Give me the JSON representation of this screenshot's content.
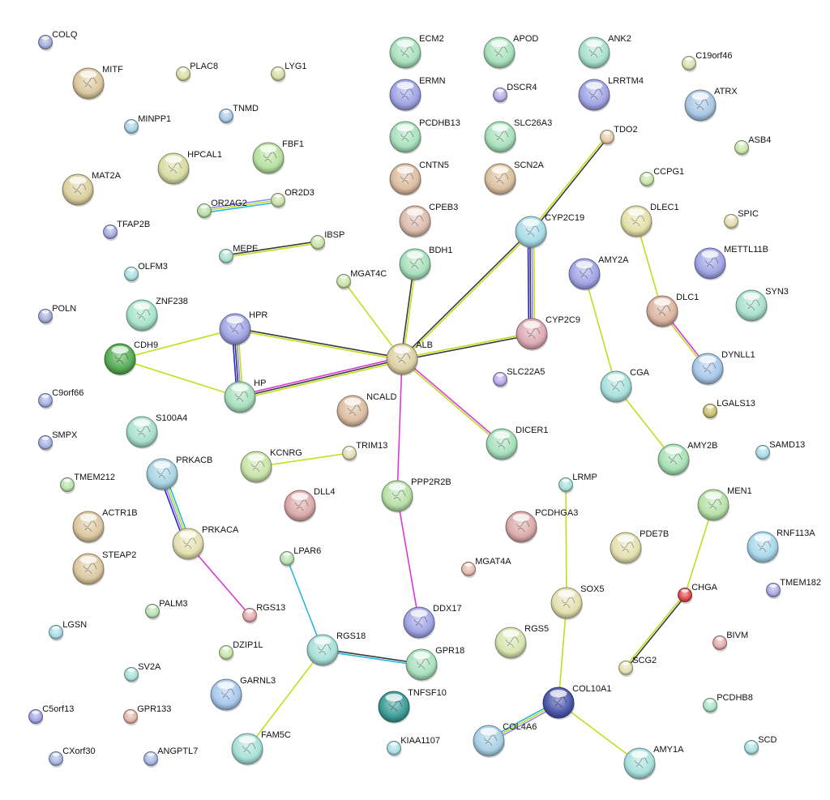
{
  "evidence_colors": {
    "textmining": "#c4dc1e",
    "coexpression": "#3a3a3a",
    "experiments": "#d83ad8",
    "databases": "#2ab4e0",
    "gene_fusion": "#8c8cf4",
    "cooccurrence": "#2222ee"
  },
  "nodes": [
    {
      "name": "COLQ",
      "color": "#a4aedc"
    },
    {
      "name": "MITF",
      "color": "#dcc8a0"
    },
    {
      "name": "PLAC8",
      "color": "#dcdca4"
    },
    {
      "name": "LYG1",
      "color": "#d8dca4"
    },
    {
      "name": "MINPP1",
      "color": "#a8d0e4"
    },
    {
      "name": "TNMD",
      "color": "#a8c8e4"
    },
    {
      "name": "HPCAL1",
      "color": "#d8dca4"
    },
    {
      "name": "FBF1",
      "color": "#b8e0a0"
    },
    {
      "name": "MAT2A",
      "color": "#dcd0a0"
    },
    {
      "name": "OR2AG2",
      "color": "#b8e0a8"
    },
    {
      "name": "OR2D3",
      "color": "#c8e0a8"
    },
    {
      "name": "TFAP2B",
      "color": "#a4aae0"
    },
    {
      "name": "MEPE",
      "color": "#a8e0cc"
    },
    {
      "name": "IBSP",
      "color": "#c8e4a8"
    },
    {
      "name": "OLFM3",
      "color": "#a8e0e0"
    },
    {
      "name": "MGAT4C",
      "color": "#c8e4a8"
    },
    {
      "name": "ZNF238",
      "color": "#a8e4cc"
    },
    {
      "name": "POLN",
      "color": "#a4aedc"
    },
    {
      "name": "HPR",
      "color": "#a0a4e4"
    },
    {
      "name": "CDH9",
      "color": "#54ac54"
    },
    {
      "name": "HP",
      "color": "#a8e0bc"
    },
    {
      "name": "ALB",
      "color": "#dcd0a4"
    },
    {
      "name": "C9orf66",
      "color": "#a4b0e0"
    },
    {
      "name": "ECM2",
      "color": "#a8e0bc"
    },
    {
      "name": "ERMN",
      "color": "#a0a4e4"
    },
    {
      "name": "PCDHB13",
      "color": "#a8e0bc"
    },
    {
      "name": "CNTN5",
      "color": "#dcbca0"
    },
    {
      "name": "CPEB3",
      "color": "#dcbcac"
    },
    {
      "name": "BDH1",
      "color": "#a8e0bc"
    },
    {
      "name": "APOD",
      "color": "#a8e0bc"
    },
    {
      "name": "DSCR4",
      "color": "#b4ace4"
    },
    {
      "name": "SLC26A3",
      "color": "#a8e0bc"
    },
    {
      "name": "SCN2A",
      "color": "#dcc0a0"
    },
    {
      "name": "ANK2",
      "color": "#a8e0cc"
    },
    {
      "name": "LRRTM4",
      "color": "#a0a4e4"
    },
    {
      "name": "TDO2",
      "color": "#e4cca8"
    },
    {
      "name": "C19orf46",
      "color": "#d8e0b0"
    },
    {
      "name": "ATRX",
      "color": "#a8c8e4"
    },
    {
      "name": "ASB4",
      "color": "#c8e4a8"
    },
    {
      "name": "CCPG1",
      "color": "#c8e4a8"
    },
    {
      "name": "DLEC1",
      "color": "#e4e0a8"
    },
    {
      "name": "SPIC",
      "color": "#e4dcb0"
    },
    {
      "name": "CYP2C19",
      "color": "#a8dce8"
    },
    {
      "name": "METTL11B",
      "color": "#a0a4e4"
    },
    {
      "name": "AMY2A",
      "color": "#a0a4e4"
    },
    {
      "name": "DLC1",
      "color": "#dcb4a0"
    },
    {
      "name": "SYN3",
      "color": "#a8e0cc"
    },
    {
      "name": "CYP2C9",
      "color": "#dcaab4"
    },
    {
      "name": "DYNLL1",
      "color": "#a8c8e8"
    },
    {
      "name": "SLC22A5",
      "color": "#b8a8e8"
    },
    {
      "name": "CGA",
      "color": "#a8e0dc"
    },
    {
      "name": "LGALS13",
      "color": "#c8c070"
    },
    {
      "name": "NCALD",
      "color": "#dcbca0"
    },
    {
      "name": "S100A4",
      "color": "#a8e0cc"
    },
    {
      "name": "SMPX",
      "color": "#a4b0e0"
    },
    {
      "name": "DICER1",
      "color": "#a8e0bc"
    },
    {
      "name": "AMY2B",
      "color": "#a8e0b4"
    },
    {
      "name": "SAMD13",
      "color": "#a8dce8"
    },
    {
      "name": "PRKACB",
      "color": "#a8d4e4"
    },
    {
      "name": "KCNRG",
      "color": "#c8e4a8"
    },
    {
      "name": "TRIM13",
      "color": "#e4dcb4"
    },
    {
      "name": "TMEM212",
      "color": "#b8e0a8"
    },
    {
      "name": "LRMP",
      "color": "#a8e0d8"
    },
    {
      "name": "PPP2R2B",
      "color": "#b8e0a8"
    },
    {
      "name": "MEN1",
      "color": "#b8e0a8"
    },
    {
      "name": "DLL4",
      "color": "#dcaaaa"
    },
    {
      "name": "ACTR1B",
      "color": "#dcc8a0"
    },
    {
      "name": "PCDHGA3",
      "color": "#dcaaaa"
    },
    {
      "name": "PRKACA",
      "color": "#e4e0b0"
    },
    {
      "name": "PDE7B",
      "color": "#e4e0b0"
    },
    {
      "name": "LPAR6",
      "color": "#b8e0b0"
    },
    {
      "name": "STEAP2",
      "color": "#dcc8a0"
    },
    {
      "name": "MGAT4A",
      "color": "#e4bcac"
    },
    {
      "name": "RNF113A",
      "color": "#a8d8ec"
    },
    {
      "name": "CHGA",
      "color": "#e04848"
    },
    {
      "name": "TMEM182",
      "color": "#a8a8e4"
    },
    {
      "name": "PALM3",
      "color": "#b8e0b0"
    },
    {
      "name": "RGS13",
      "color": "#e4aab0"
    },
    {
      "name": "SOX5",
      "color": "#e4e0b0"
    },
    {
      "name": "DDX17",
      "color": "#a0a4e4"
    },
    {
      "name": "LGSN",
      "color": "#a8dce8"
    },
    {
      "name": "RGS18",
      "color": "#a8e0d8"
    },
    {
      "name": "DZIP1L",
      "color": "#c8e4a8"
    },
    {
      "name": "BIVM",
      "color": "#e4aaaa"
    },
    {
      "name": "RGS5",
      "color": "#d8e4b0"
    },
    {
      "name": "GPR18",
      "color": "#a8e0bc"
    },
    {
      "name": "SCG2",
      "color": "#e4e0b0"
    },
    {
      "name": "SV2A",
      "color": "#a8e0d8"
    },
    {
      "name": "GARNL3",
      "color": "#a8c8ec"
    },
    {
      "name": "TNFSF10",
      "color": "#3c9c98"
    },
    {
      "name": "COL10A1",
      "color": "#4c58ac"
    },
    {
      "name": "PCDHB8",
      "color": "#a8e4c4"
    },
    {
      "name": "C5orf13",
      "color": "#a0a4e4"
    },
    {
      "name": "GPR133",
      "color": "#e4b4a8"
    },
    {
      "name": "COL4A6",
      "color": "#a8d0e4"
    },
    {
      "name": "KIAA1107",
      "color": "#a8e0e4"
    },
    {
      "name": "FAM5C",
      "color": "#a8e0d8"
    },
    {
      "name": "AMY1A",
      "color": "#a8e0dc"
    },
    {
      "name": "SCD",
      "color": "#a8e0e4"
    },
    {
      "name": "CXorf30",
      "color": "#a8b8e4"
    },
    {
      "name": "ANGPTL7",
      "color": "#a8b8e4"
    }
  ],
  "edges": [
    {
      "source": "OR2AG2",
      "target": "OR2D3",
      "evidence": [
        "gene_fusion",
        "textmining",
        "databases"
      ]
    },
    {
      "source": "MEPE",
      "target": "IBSP",
      "evidence": [
        "coexpression",
        "textmining"
      ]
    },
    {
      "source": "TDO2",
      "target": "CYP2C19",
      "evidence": [
        "coexpression",
        "textmining"
      ]
    },
    {
      "source": "CYP2C19",
      "target": "ALB",
      "evidence": [
        "textmining",
        "coexpression"
      ]
    },
    {
      "source": "CYP2C19",
      "target": "CYP2C9",
      "evidence": [
        "textmining",
        "gene_fusion",
        "coexpression",
        "cooccurrence"
      ]
    },
    {
      "source": "CYP2C9",
      "target": "ALB",
      "evidence": [
        "coexpression",
        "textmining"
      ]
    },
    {
      "source": "MGAT4C",
      "target": "ALB",
      "evidence": [
        "textmining"
      ]
    },
    {
      "source": "BDH1",
      "target": "ALB",
      "evidence": [
        "textmining",
        "coexpression"
      ]
    },
    {
      "source": "HPR",
      "target": "ALB",
      "evidence": [
        "coexpression",
        "textmining"
      ]
    },
    {
      "source": "HP",
      "target": "ALB",
      "evidence": [
        "experiments",
        "coexpression",
        "textmining"
      ]
    },
    {
      "source": "HPR",
      "target": "HP",
      "evidence": [
        "textmining",
        "gene_fusion",
        "coexpression",
        "cooccurrence"
      ]
    },
    {
      "source": "CDH9",
      "target": "HPR",
      "evidence": [
        "textmining"
      ]
    },
    {
      "source": "CDH9",
      "target": "HP",
      "evidence": [
        "textmining"
      ]
    },
    {
      "source": "ALB",
      "target": "DICER1",
      "evidence": [
        "experiments",
        "textmining"
      ]
    },
    {
      "source": "ALB",
      "target": "PPP2R2B",
      "evidence": [
        "experiments"
      ]
    },
    {
      "source": "PPP2R2B",
      "target": "DDX17",
      "evidence": [
        "experiments"
      ]
    },
    {
      "source": "KCNRG",
      "target": "TRIM13",
      "evidence": [
        "textmining"
      ]
    },
    {
      "source": "PRKACB",
      "target": "PRKACA",
      "evidence": [
        "databases",
        "textmining",
        "gene_fusion",
        "cooccurrence"
      ]
    },
    {
      "source": "PRKACA",
      "target": "RGS13",
      "evidence": [
        "experiments"
      ]
    },
    {
      "source": "LPAR6",
      "target": "RGS18",
      "evidence": [
        "databases"
      ]
    },
    {
      "source": "RGS18",
      "target": "GPR18",
      "evidence": [
        "coexpression",
        "databases"
      ]
    },
    {
      "source": "RGS18",
      "target": "FAM5C",
      "evidence": [
        "textmining"
      ]
    },
    {
      "source": "DLEC1",
      "target": "DLC1",
      "evidence": [
        "textmining"
      ]
    },
    {
      "source": "DLC1",
      "target": "DYNLL1",
      "evidence": [
        "experiments",
        "textmining"
      ]
    },
    {
      "source": "AMY2A",
      "target": "CGA",
      "evidence": [
        "textmining"
      ]
    },
    {
      "source": "CGA",
      "target": "AMY2B",
      "evidence": [
        "textmining"
      ]
    },
    {
      "source": "LRMP",
      "target": "SOX5",
      "evidence": [
        "textmining"
      ]
    },
    {
      "source": "SOX5",
      "target": "COL10A1",
      "evidence": [
        "textmining"
      ]
    },
    {
      "source": "COL10A1",
      "target": "COL4A6",
      "evidence": [
        "gene_fusion",
        "textmining",
        "databases"
      ]
    },
    {
      "source": "COL10A1",
      "target": "AMY1A",
      "evidence": [
        "textmining"
      ]
    },
    {
      "source": "MEN1",
      "target": "CHGA",
      "evidence": [
        "textmining"
      ]
    },
    {
      "source": "CHGA",
      "target": "SCG2",
      "evidence": [
        "coexpression",
        "textmining"
      ]
    }
  ]
}
